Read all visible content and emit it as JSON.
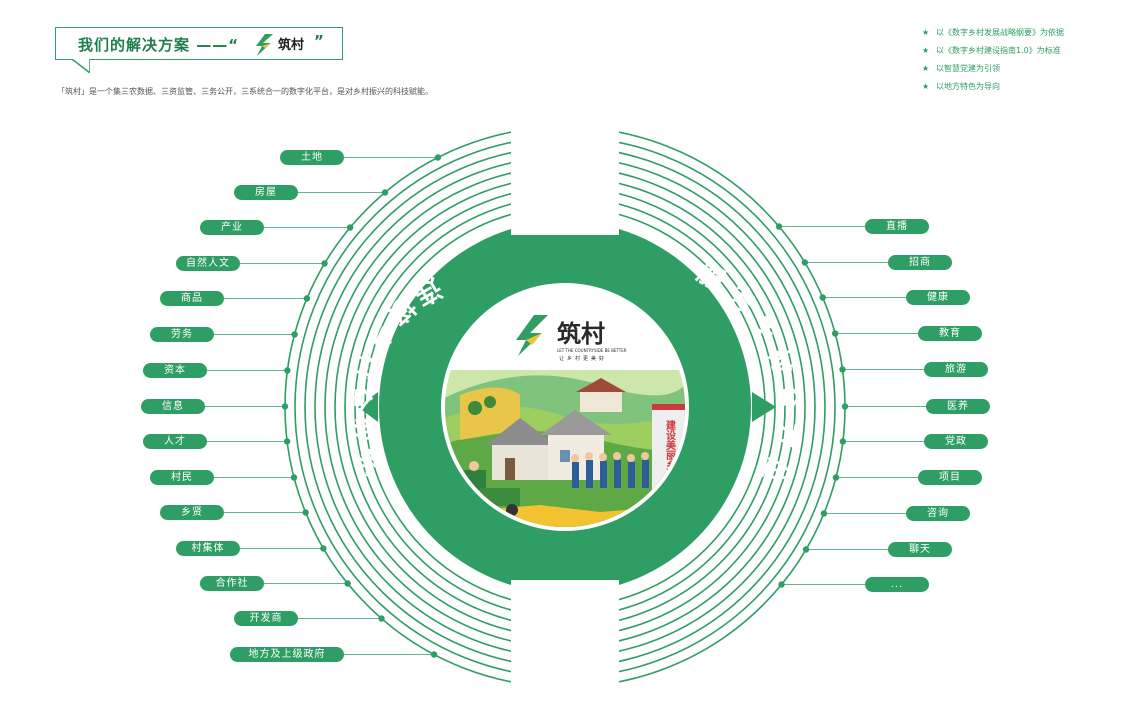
{
  "header": {
    "title": "我们的解决方案 ——“",
    "title_close": "”",
    "brand_name": "筑村",
    "subtitle": "「筑村」是一个集三农数据、三资监管、三务公开，三系统合一的数字化平台，是对乡村振兴的科技赋能。"
  },
  "bullets": [
    "以《数字乡村发展战略纲要》为依据",
    "以《数字乡村建设指南1.0》为标准",
    "以智慧党建为引领",
    "以地方特色为导向"
  ],
  "left_items": [
    "土地",
    "房屋",
    "产业",
    "自然人文",
    "商品",
    "劳务",
    "资本",
    "信息",
    "人才",
    "村民",
    "乡贤",
    "村集体",
    "合作社",
    "开发商",
    "地方及上级政府"
  ],
  "right_items": [
    "直播",
    "招商",
    "健康",
    "教育",
    "旅游",
    "医养",
    "党政",
    "项目",
    "咨询",
    "聊天",
    "..."
  ],
  "center": {
    "left_arc_text": "连接乡村全要素",
    "right_arc_text": "服务乡村全方位",
    "logo_text": "筑村",
    "logo_tagline_en": "LET THE COUNTRYSIDE BE BETTER",
    "logo_tagline_cn": "让乡村更美好",
    "banner_text": "建设美丽乡村"
  },
  "colors": {
    "primary_green": "#2e9e64",
    "dark_green": "#1f7f4c",
    "light_green": "#5bb77f",
    "yellow": "#f2c230"
  }
}
